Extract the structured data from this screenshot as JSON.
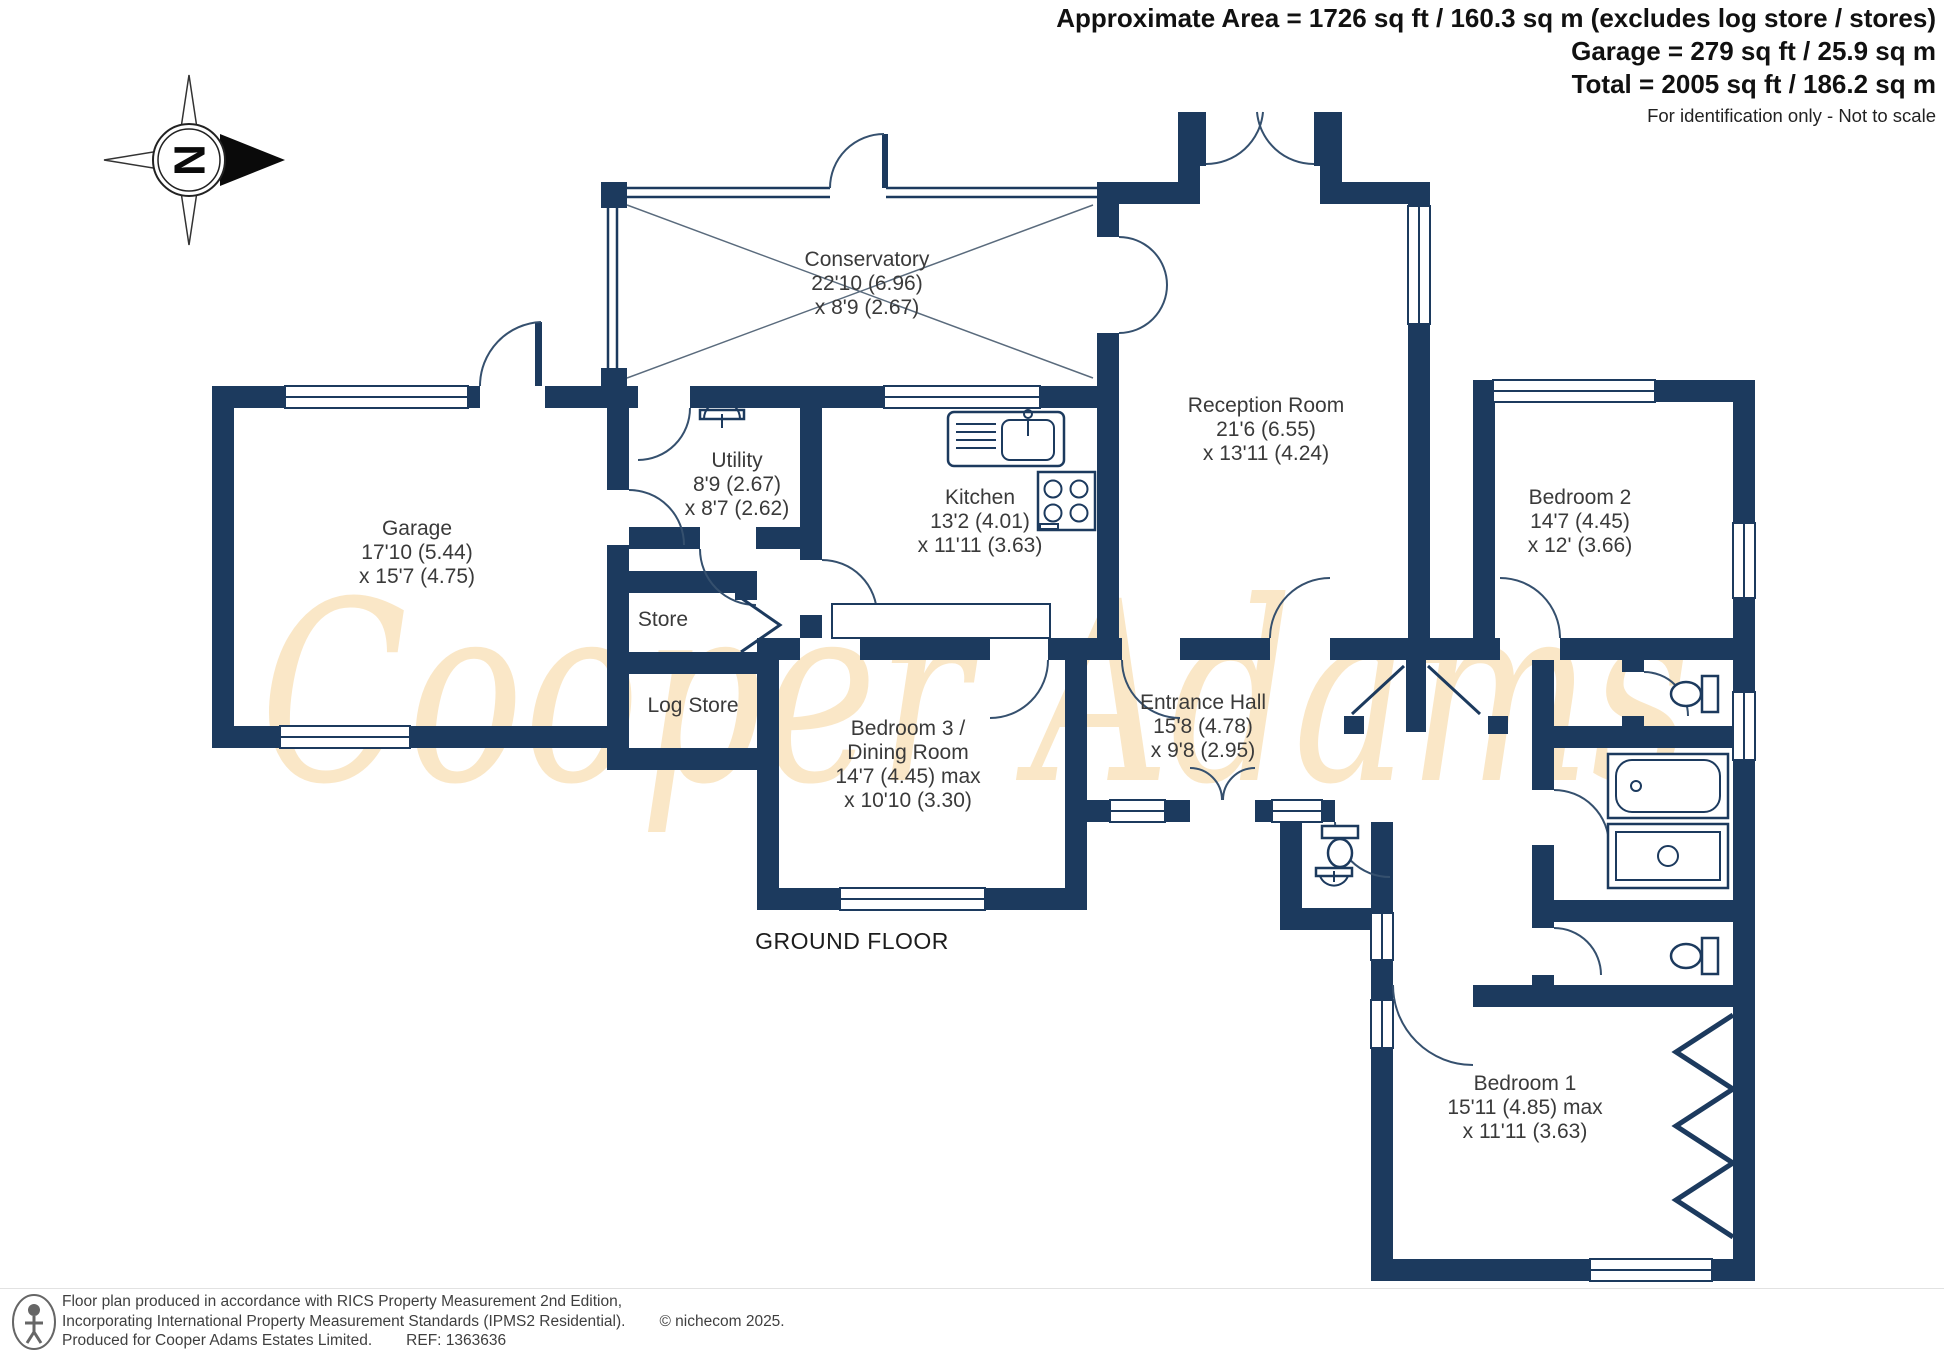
{
  "header": {
    "line1": "Approximate Area = 1726 sq ft / 160.3 sq m (excludes log store / stores)",
    "line2": "Garage = 279 sq ft / 25.9 sq m",
    "line3": "Total = 2005 sq ft / 186.2 sq m",
    "note": "For identification only - Not to scale"
  },
  "compass": {
    "letter": "N"
  },
  "watermark": "Cooper Adams",
  "floor_label": "GROUND FLOOR",
  "rooms": {
    "conservatory": {
      "name": "Conservatory",
      "dim1": "22'10 (6.96)",
      "dim2": "x 8'9 (2.67)"
    },
    "reception": {
      "name": "Reception Room",
      "dim1": "21'6 (6.55)",
      "dim2": "x 13'11 (4.24)"
    },
    "bedroom2": {
      "name": "Bedroom 2",
      "dim1": "14'7 (4.45)",
      "dim2": "x 12' (3.66)"
    },
    "garage": {
      "name": "Garage",
      "dim1": "17'10 (5.44)",
      "dim2": "x 15'7 (4.75)"
    },
    "utility": {
      "name": "Utility",
      "dim1": "8'9 (2.67)",
      "dim2": "x 8'7 (2.62)"
    },
    "kitchen": {
      "name": "Kitchen",
      "dim1": "13'2 (4.01)",
      "dim2": "x 11'11 (3.63)"
    },
    "store": {
      "name": "Store"
    },
    "log_store": {
      "name": "Log Store"
    },
    "bedroom3": {
      "name": "Bedroom 3 /",
      "name2": "Dining Room",
      "dim1": "14'7 (4.45) max",
      "dim2": "x 10'10 (3.30)"
    },
    "entrance_hall": {
      "name": "Entrance Hall",
      "dim1": "15'8 (4.78)",
      "dim2": "x 9'8 (2.95)"
    },
    "bedroom1": {
      "name": "Bedroom 1",
      "dim1": "15'11 (4.85) max",
      "dim2": "x 11'11 (3.63)"
    }
  },
  "footer": {
    "line1": "Floor plan produced in accordance with RICS Property Measurement 2nd Edition,",
    "line2": "Incorporating International Property Measurement Standards (IPMS2 Residential).",
    "copyright": "© nichecom 2025.",
    "line3": "Produced for Cooper Adams Estates Limited.",
    "ref": "REF: 1363636"
  },
  "colors": {
    "wall": "#1c3a5e",
    "watermark": "#f6d091"
  }
}
